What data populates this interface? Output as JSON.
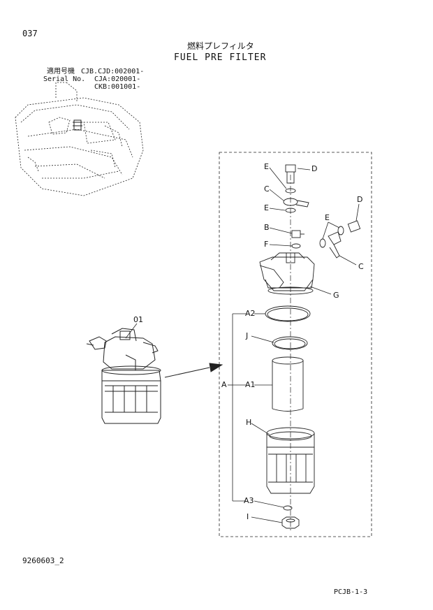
{
  "header": {
    "page_no": "037",
    "title_jp": "燃料プレフィルタ",
    "title_en": "FUEL PRE FILTER"
  },
  "applicability": {
    "jp_label": "適用号機",
    "en_label": "Serial No.",
    "serials": [
      "CJB.CJD:002001-",
      "CJA:020001-",
      "CKB:001001-"
    ]
  },
  "callouts": {
    "assembly": "01",
    "E_top": "E",
    "D_top": "D",
    "C_top": "C",
    "E_mid": "E",
    "B": "B",
    "F": "F",
    "E_side": "E",
    "D_side": "D",
    "C_side": "C",
    "G": "G",
    "A2": "A2",
    "J": "J",
    "A": "A",
    "A1": "A1",
    "H": "H",
    "A3": "A3",
    "I": "I"
  },
  "footer": {
    "drawing_no": "9260603_2",
    "page_ref": "PCJB-1-3"
  }
}
